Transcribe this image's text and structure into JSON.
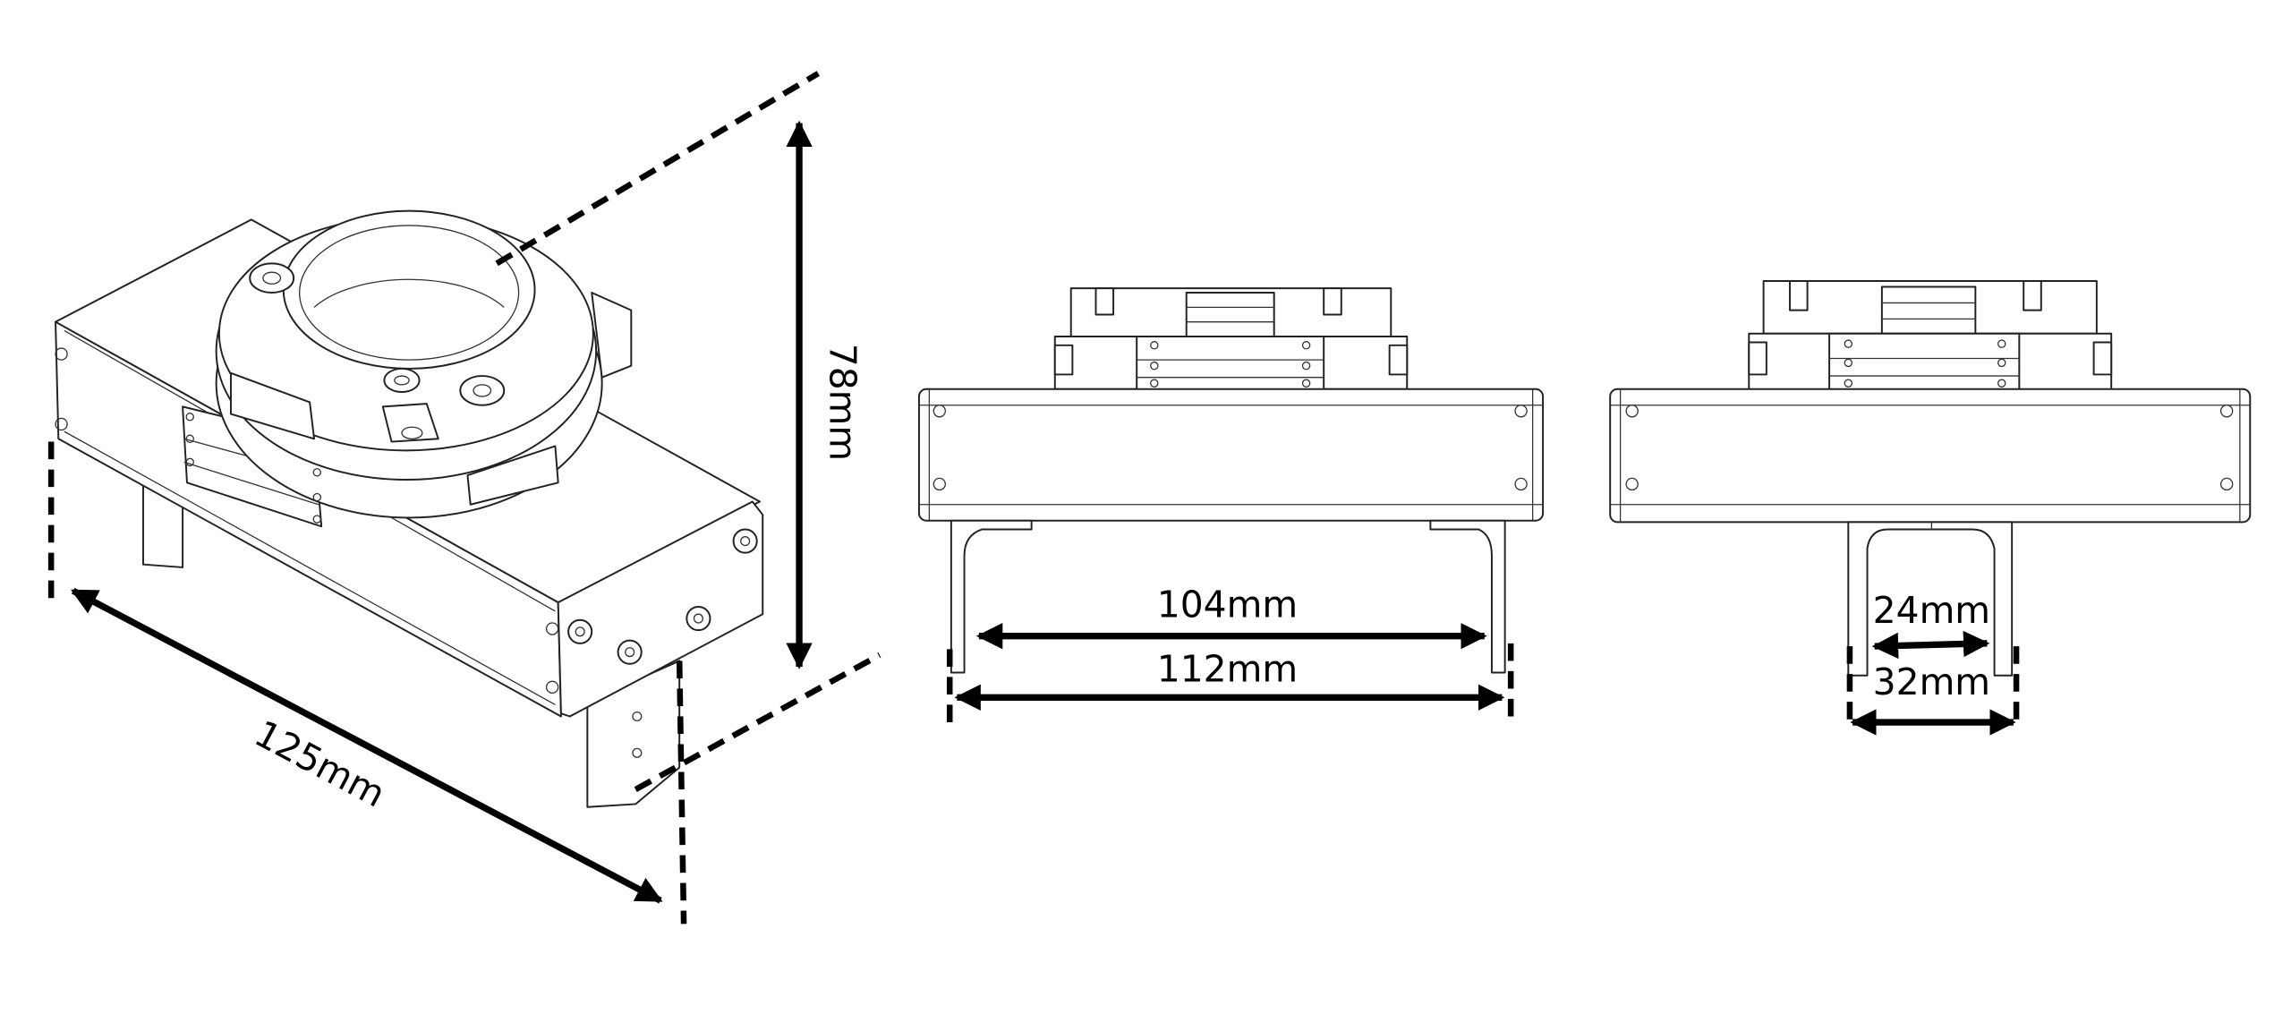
{
  "isometric_view": {
    "height_label": "78mm",
    "length_label": "125mm"
  },
  "front_view": {
    "inner_width_label": "104mm",
    "outer_width_label": "112mm"
  },
  "side_view": {
    "inner_width_label": "24mm",
    "outer_width_label": "32mm"
  },
  "colors": {
    "line": "#222222",
    "dimension": "#000000",
    "background": "#ffffff"
  }
}
